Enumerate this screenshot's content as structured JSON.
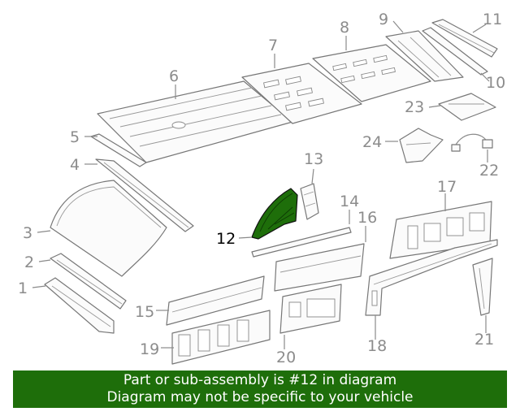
{
  "callouts": [
    "1",
    "2",
    "3",
    "4",
    "5",
    "6",
    "7",
    "8",
    "9",
    "10",
    "11",
    "12",
    "13",
    "14",
    "15",
    "16",
    "17",
    "18",
    "19",
    "20",
    "21",
    "22",
    "23",
    "24"
  ],
  "highlight": {
    "part_number": "12",
    "color": "#1e6e0a"
  },
  "banner": {
    "line1": "Part or sub-assembly is #12 in diagram",
    "line2": "Diagram may not be specific to your vehicle",
    "color": "#1e6e0a"
  }
}
